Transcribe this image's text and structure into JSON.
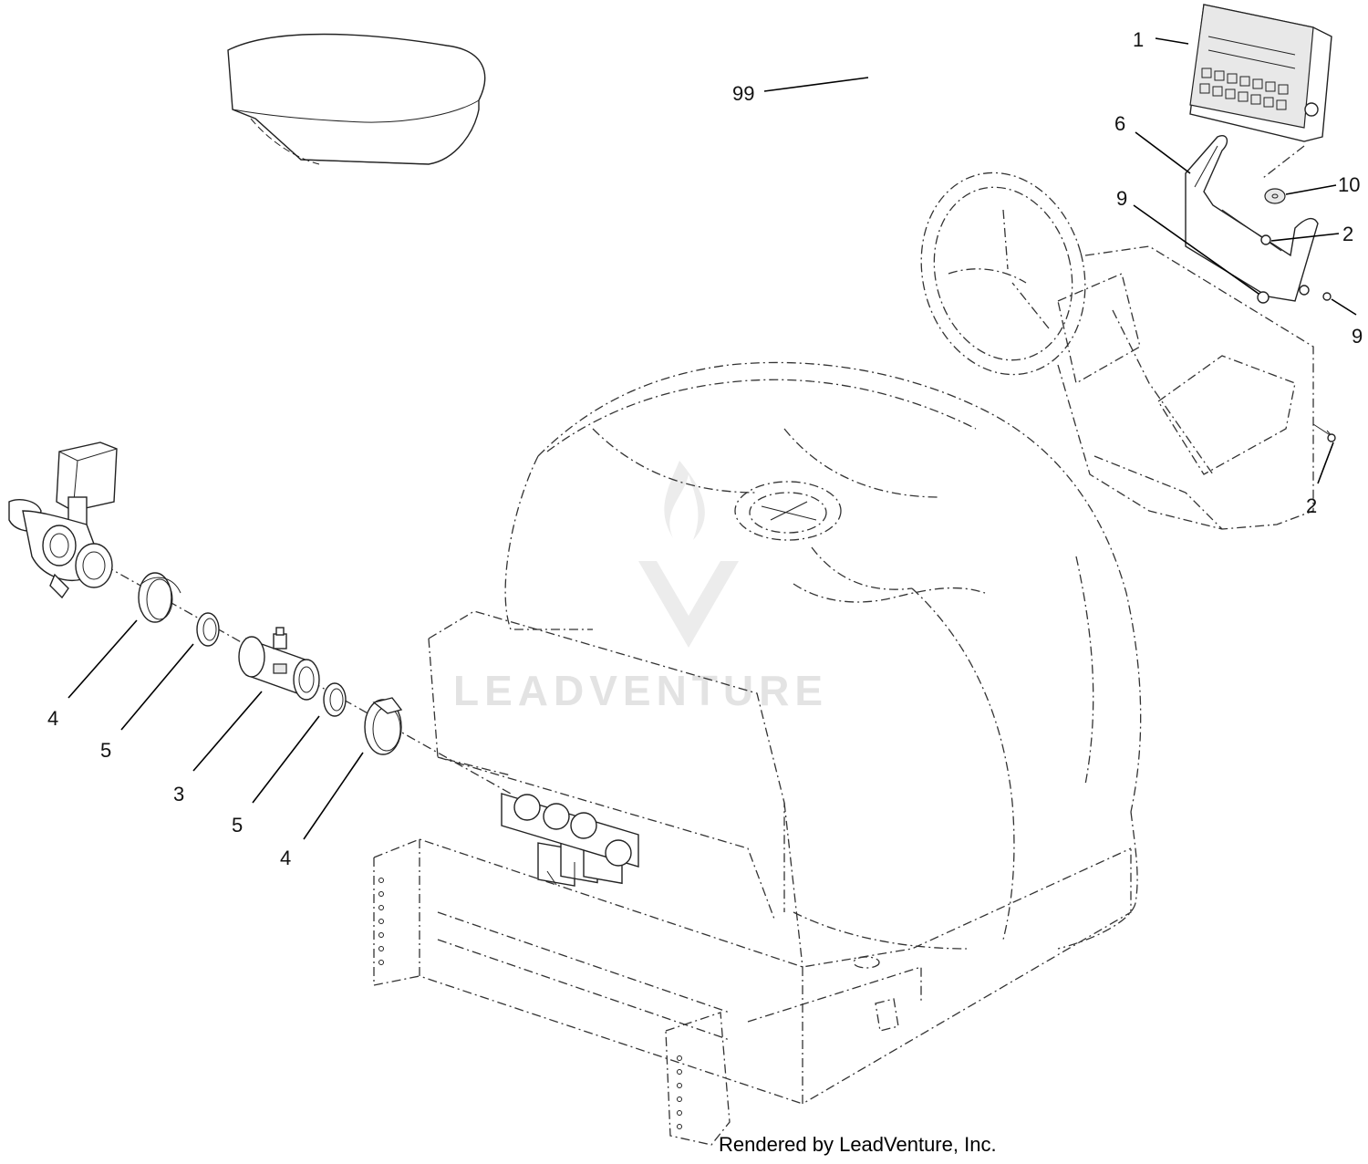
{
  "callouts": {
    "c1": "1",
    "c99": "99",
    "c6": "6",
    "c10": "10",
    "c9a": "9",
    "c2a": "2",
    "c9b": "9",
    "c2b": "2",
    "c4a": "4",
    "c5a": "5",
    "c3": "3",
    "c5b": "5",
    "c4b": "4"
  },
  "watermark": {
    "text": "LEADVENTURE"
  },
  "footer": {
    "text": "Rendered by LeadVenture, Inc."
  }
}
